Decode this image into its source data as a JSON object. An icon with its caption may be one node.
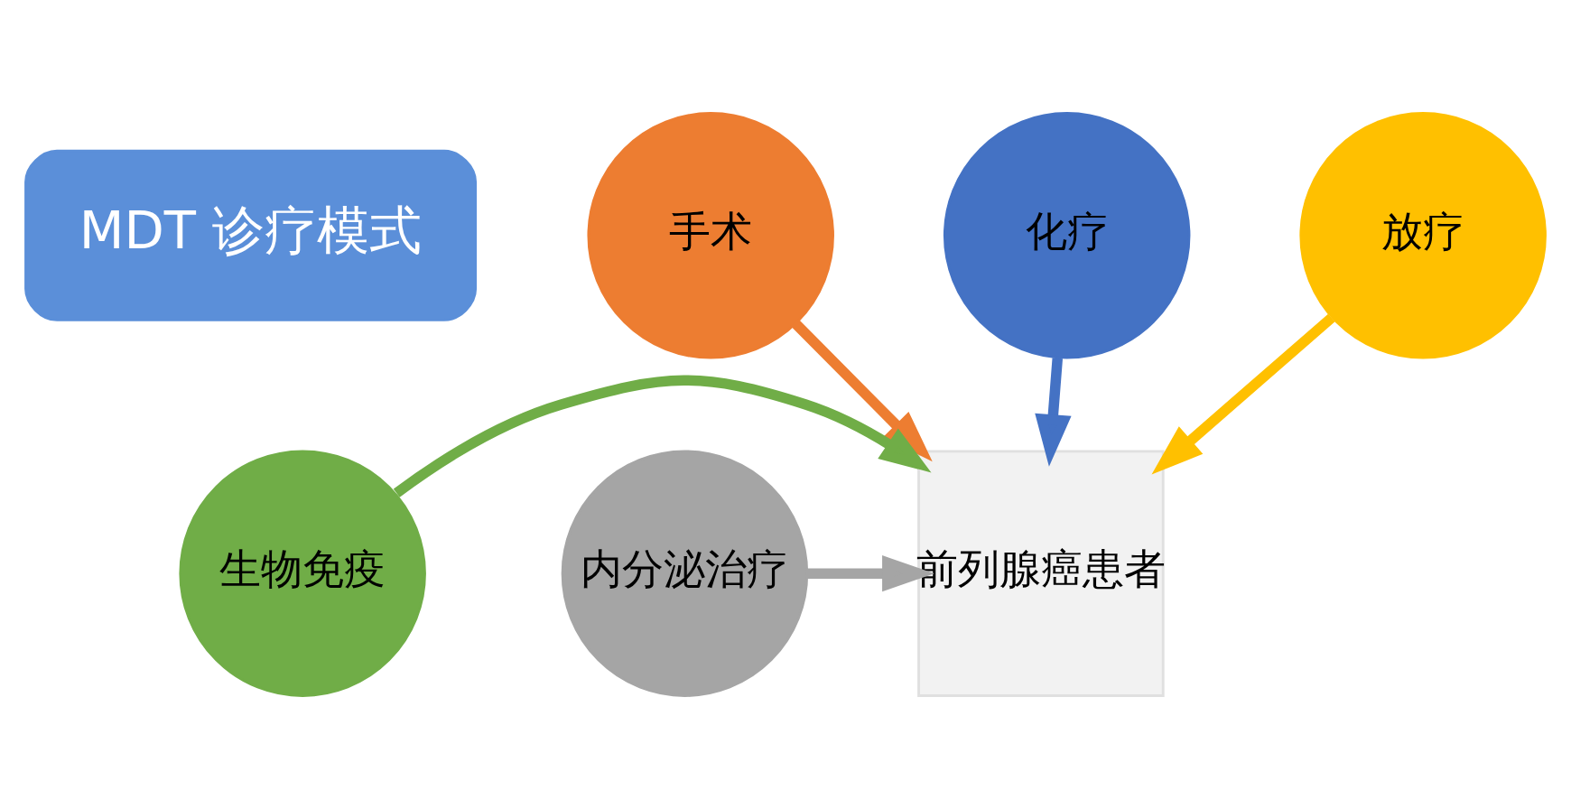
{
  "diagram": {
    "nodes": [
      {
        "text": [
          "MDT 诊疗模式"
        ]
      },
      {
        "text": [
          "手术"
        ]
      },
      {
        "text": [
          "生物免疫"
        ]
      },
      {
        "text": [
          "前列腺癌患者"
        ]
      },
      {
        "text": [
          "内分泌治疗"
        ]
      },
      {
        "text": [
          "化疗"
        ]
      },
      {
        "text": [
          "放疗"
        ]
      }
    ],
    "edges": [
      {
        "from": 1,
        "to": 3,
        "arrow": "to",
        "color": "#ed7d31"
      },
      {
        "from": 2,
        "to": 3,
        "arrow": "to",
        "color": "#70ad47"
      },
      {
        "from": 4,
        "to": 3,
        "arrow": "to",
        "color": "#a5a5a5"
      },
      {
        "from": 5,
        "to": 3,
        "arrow": "to",
        "color": "#4472c4"
      },
      {
        "from": 6,
        "to": 3,
        "arrow": "to",
        "color": "#ffc000"
      }
    ]
  }
}
